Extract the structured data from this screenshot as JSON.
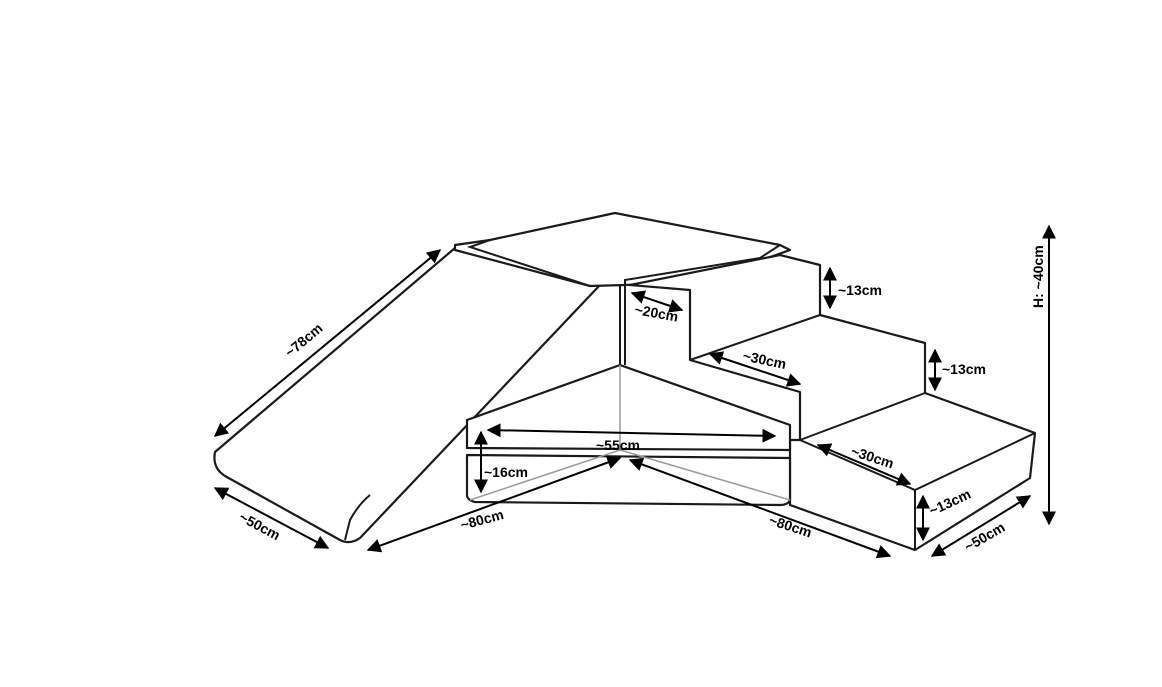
{
  "diagram": {
    "labels": {
      "slide_length": "~78cm",
      "slide_width": "~50cm",
      "base_left": "~80cm",
      "base_right": "~80cm",
      "cushion_length": "~55cm",
      "cushion_height": "~16cm",
      "top_step_depth": "~20cm",
      "step1_height": "~13cm",
      "step2_depth": "~30cm",
      "step2_height": "~13cm",
      "step3_depth": "~30cm",
      "step3_height": "~13cm",
      "steps_width": "~50cm",
      "total_height": "H: ~40cm"
    }
  }
}
